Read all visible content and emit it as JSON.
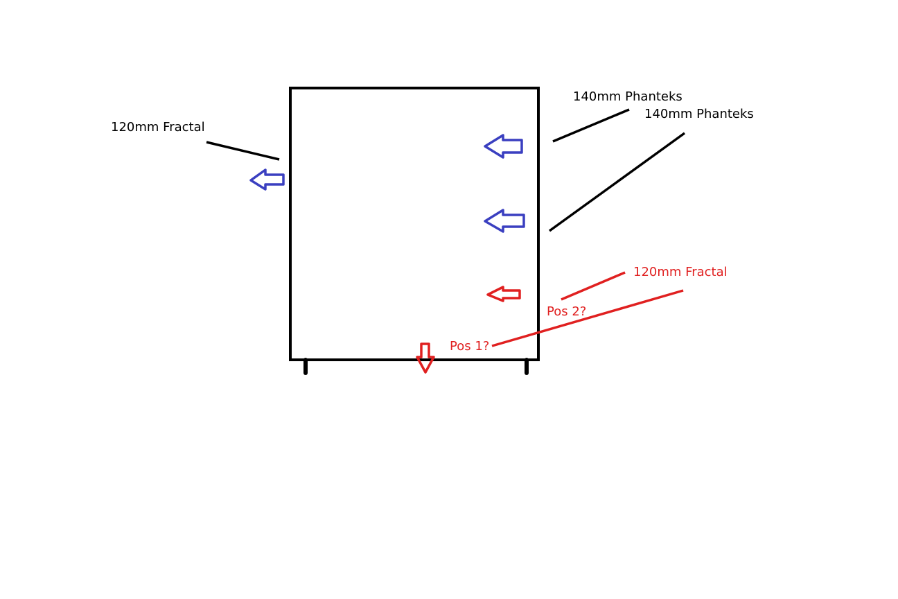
{
  "colors": {
    "background": "#ffffff",
    "case_outline": "#000000",
    "intake_arrow": "#3a3fc0",
    "candidate_arrow": "#e02020",
    "leader_line_black": "#000000",
    "leader_line_red": "#e02020",
    "label_black": "#000000",
    "label_red": "#e02020"
  },
  "labels": {
    "rear_exhaust_fan": "120mm Fractal",
    "front_intake_fan_top": "140mm Phanteks",
    "front_intake_fan_middle": "140mm Phanteks",
    "candidate_fan": "120mm Fractal",
    "position_2": "Pos 2?",
    "position_1": "Pos 1?"
  }
}
